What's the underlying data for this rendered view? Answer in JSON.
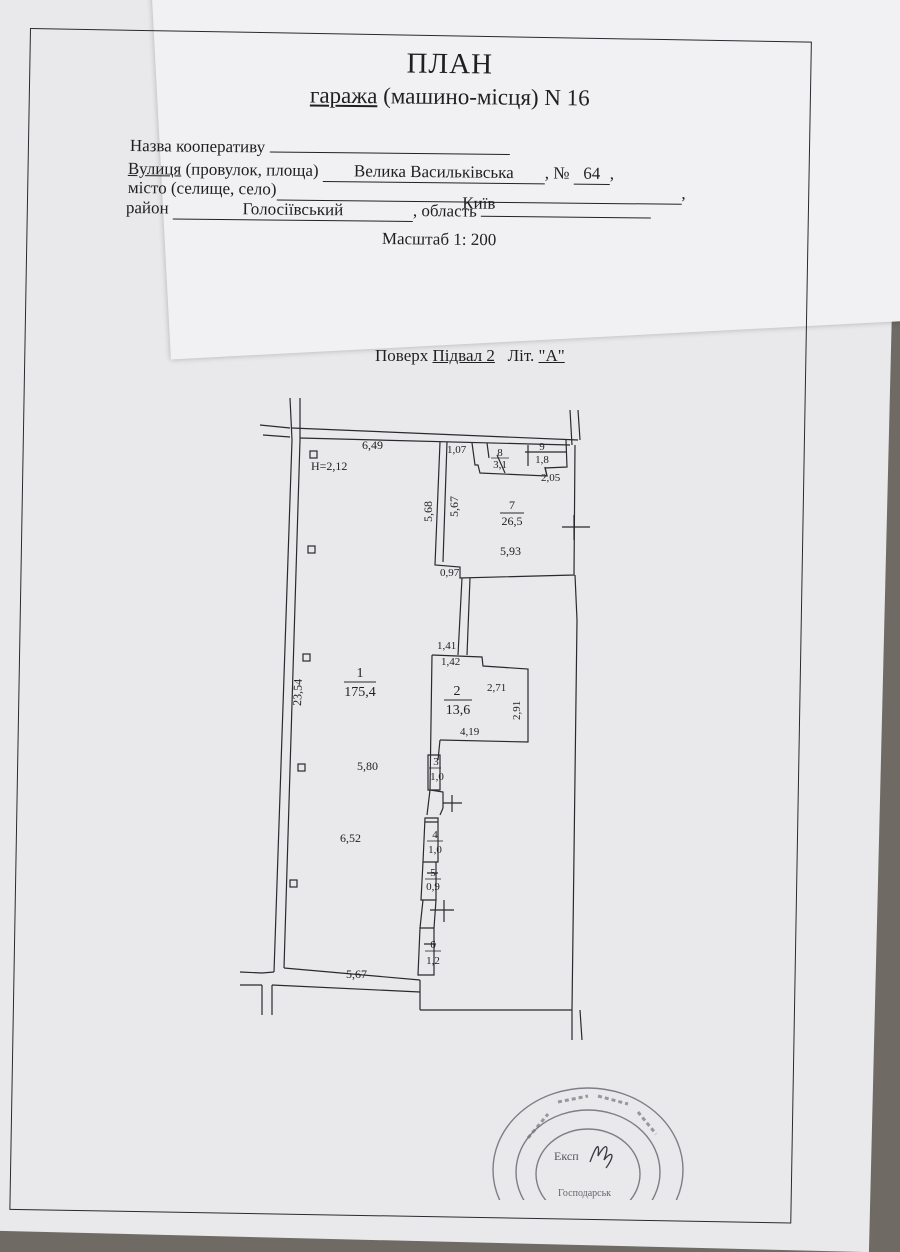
{
  "title": "ПЛАН",
  "subtitle": {
    "prefix": "гаража",
    "middle": " (машино-місця) N ",
    "number": "16"
  },
  "form": {
    "coop_label": "Назва кооперативу",
    "coop_value": "",
    "street_label_u": "Вулиця",
    "street_label_rest": " (провулок, площа)",
    "street_value": "Велика Васильківська",
    "no_label": ", №",
    "no_value": "64",
    "city_label": "місто (селище, село)",
    "city_value": "Київ",
    "district_label": "район",
    "district_value": "Голосіївський",
    "region_label": ", область",
    "region_value": "",
    "scale": "Масштаб 1: 200"
  },
  "floor": {
    "label": "Поверх",
    "value": "Підвал 2",
    "lit_label": "Літ.",
    "lit_value": "\"А\""
  },
  "plan": {
    "rooms": [
      {
        "no": "1",
        "area": "175,4"
      },
      {
        "no": "2",
        "area": "13,6"
      },
      {
        "no": "3",
        "area": "1,0"
      },
      {
        "no": "4",
        "area": "1,0"
      },
      {
        "no": "5",
        "area": "0,9"
      },
      {
        "no": "6",
        "area": "1,2"
      },
      {
        "no": "7",
        "area": "26,5"
      },
      {
        "no": "8",
        "area": "3,1"
      },
      {
        "no": "9",
        "area": "1,8"
      }
    ],
    "dims": {
      "top": "6,49",
      "h": "Н=2,12",
      "left": "23,54",
      "mid1": "5,80",
      "mid2": "6,52",
      "bottom": "5,67",
      "r7_left_out": "5,68",
      "r7_left_in": "5,67",
      "r7_top": "1,07",
      "r7_right": "2,05",
      "r7_bottom": "5,93",
      "corr": "0,97",
      "r2_top_out": "1,41",
      "r2_top_in": "1,42",
      "r2_top_r": "2,71",
      "r2_right": "2,91",
      "r2_bottom": "4,19"
    }
  },
  "stamp": {
    "text": "Експ",
    "bottom_text": "Господарськ"
  }
}
